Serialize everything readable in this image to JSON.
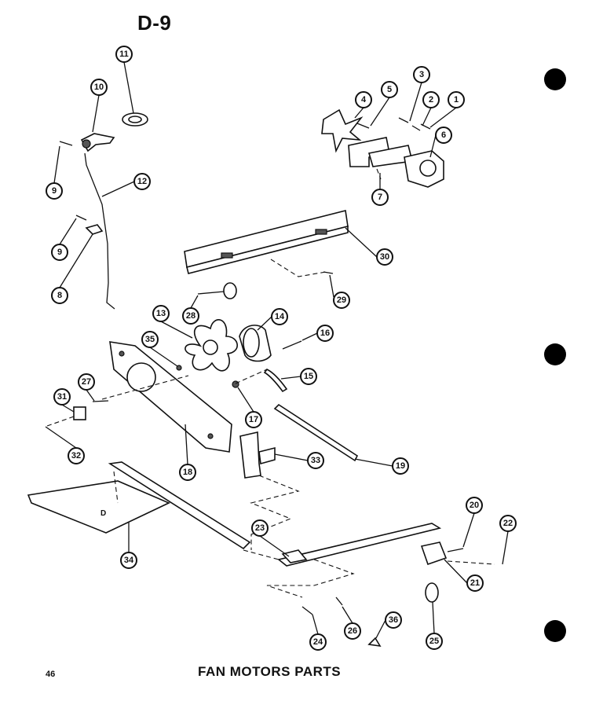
{
  "page_title": "D-9",
  "caption": "FAN MOTORS PARTS",
  "page_number": "46",
  "callouts": [
    "1",
    "2",
    "3",
    "4",
    "5",
    "6",
    "7",
    "8",
    "9",
    "10",
    "11",
    "12",
    "13",
    "14",
    "15",
    "16",
    "17",
    "18",
    "19",
    "20",
    "21",
    "22",
    "23",
    "24",
    "25",
    "26",
    "27",
    "28",
    "29",
    "30",
    "31",
    "32",
    "33",
    "34",
    "35",
    "36"
  ],
  "part_marks": {
    "bracket_tag": "D"
  }
}
